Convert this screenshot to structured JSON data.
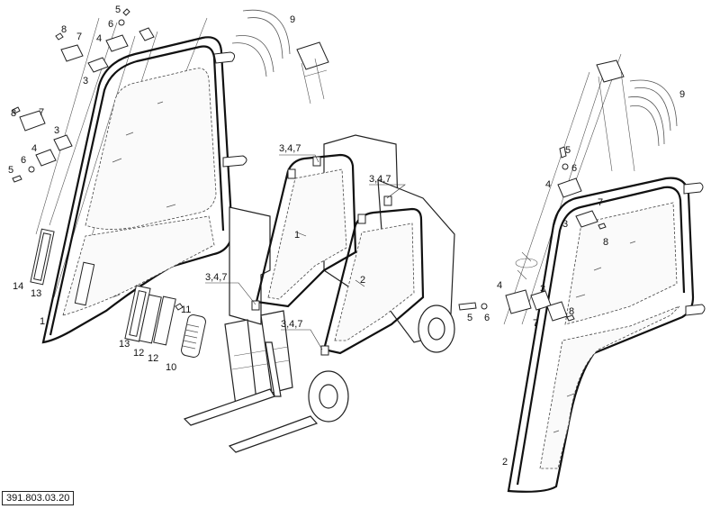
{
  "drawing_number": "391.803.03.20",
  "left_door_callouts": [
    "1",
    "3",
    "4",
    "5",
    "6",
    "7",
    "8",
    "9",
    "13",
    "14"
  ],
  "center_callouts": [
    "3, 4, 7",
    "3, 4, 7",
    "3, 4, 7",
    "3, 4, 7",
    "1",
    "2"
  ],
  "bottom_callouts": [
    "13",
    "12",
    "12",
    "11",
    "10"
  ],
  "right_door_callouts": [
    "2",
    "3",
    "4",
    "5",
    "6",
    "7",
    "8",
    "9"
  ],
  "labels": {
    "l1": "1",
    "l3a": "3",
    "l3b": "3",
    "l4a": "4",
    "l4b": "4",
    "l5a": "5",
    "l5b": "5",
    "l6a": "6",
    "l6b": "6",
    "l7a": "7",
    "l7b": "7",
    "l8a": "8",
    "l8b": "8",
    "l9": "9",
    "l13a": "13",
    "l14": "14",
    "c1": "3,4,7",
    "c2": "3,4,7",
    "c3": "3,4,7",
    "c4": "3,4,7",
    "door1": "1",
    "door2": "2",
    "b13": "13",
    "b12a": "12",
    "b12b": "12",
    "b11": "11",
    "b10": "10",
    "r2": "2",
    "r3a": "3",
    "r3b": "3",
    "r4a": "4",
    "r4b": "4",
    "r5a": "5",
    "r5b": "5",
    "r6a": "6",
    "r6b": "6",
    "r7a": "7",
    "r7b": "7",
    "r8a": "8",
    "r8b": "8",
    "r9": "9"
  }
}
